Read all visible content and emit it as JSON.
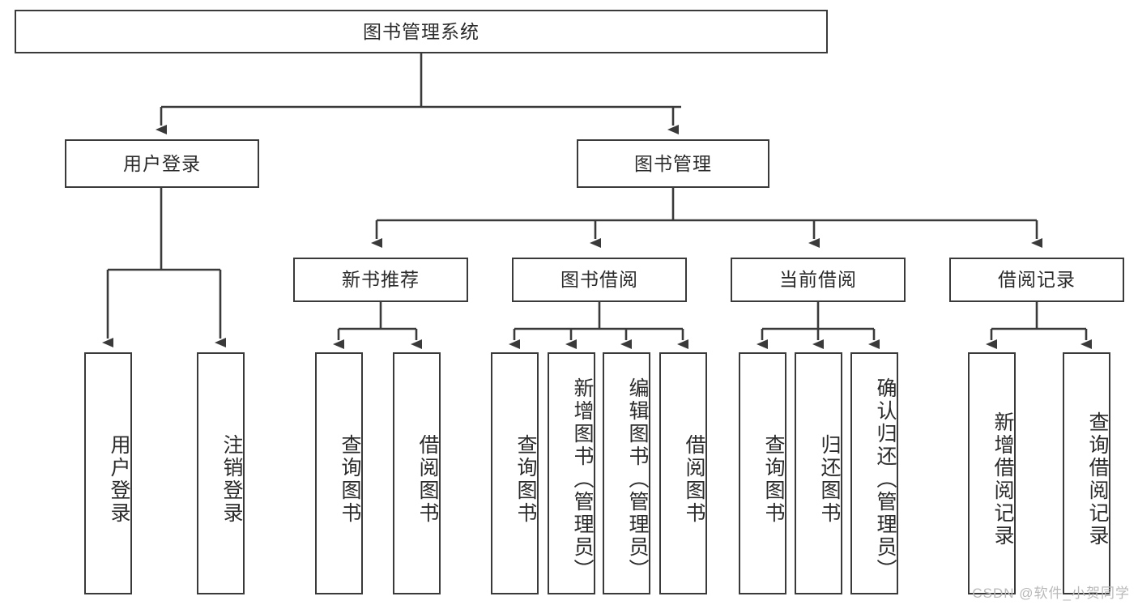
{
  "diagram": {
    "title": "图书管理系统",
    "type": "hierarchy-tree",
    "watermark": "CSDN @软件_小贺同学",
    "colors": {
      "stroke": "#3a3a3a",
      "text": "#2b2b2b",
      "background": "#ffffff",
      "watermark": "#b9b9b9"
    },
    "nodes": {
      "root": {
        "label": "图书管理系统"
      },
      "level2": [
        {
          "label": "用户登录"
        },
        {
          "label": "图书管理"
        }
      ],
      "level3": [
        {
          "label": "新书推荐"
        },
        {
          "label": "图书借阅"
        },
        {
          "label": "当前借阅"
        },
        {
          "label": "借阅记录"
        }
      ],
      "leaves": {
        "user_login": [
          {
            "label": "用户登录"
          },
          {
            "label": "注销登录"
          }
        ],
        "new_book": [
          {
            "label": "查询图书"
          },
          {
            "label": "借阅图书"
          }
        ],
        "book_borrow": [
          {
            "label": "查询图书"
          },
          {
            "label": "新增图书（管理员）"
          },
          {
            "label": "编辑图书（管理员）"
          },
          {
            "label": "借阅图书"
          }
        ],
        "current_borrow": [
          {
            "label": "查询图书"
          },
          {
            "label": "归还图书"
          },
          {
            "label": "确认归还（管理员）"
          }
        ],
        "borrow_record": [
          {
            "label": "新增借阅记录"
          },
          {
            "label": "查询借阅记录"
          }
        ]
      }
    }
  }
}
